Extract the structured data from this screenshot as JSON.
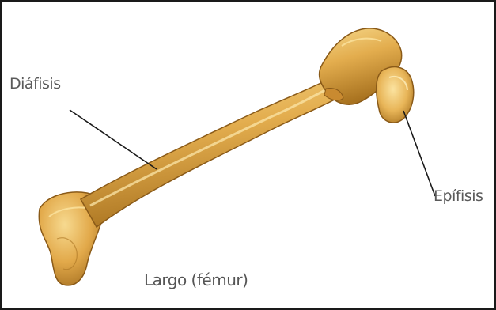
{
  "labels": {
    "diafisis": "Diáfisis",
    "epifisis": "Epífisis"
  },
  "caption": "Largo (fémur)",
  "colors": {
    "bone_light": "#f3cf7a",
    "bone_mid": "#e0a94a",
    "bone_dark": "#b07a28",
    "bone_shadow": "#8a5a18",
    "leader_line": "#1a1a1a",
    "label_text": "#5a5a5a",
    "border": "#1a1a1a"
  }
}
